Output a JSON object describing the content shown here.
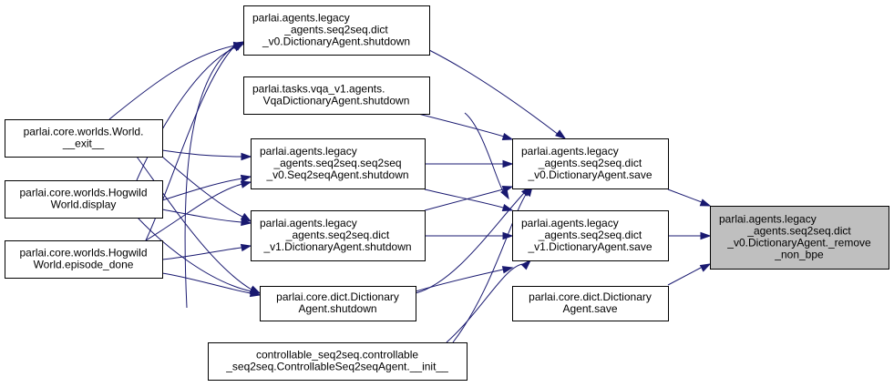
{
  "graph": {
    "edge_color": "#191970",
    "focus_fill": "#bfbfbf",
    "nodes": [
      {
        "id": "remove_non_bpe",
        "lines": [
          "parlai.agents.legacy",
          "_agents.seq2seq.dict",
          "_v0.DictionaryAgent._remove",
          "_non_bpe"
        ],
        "align": "left"
      },
      {
        "id": "v0_save",
        "lines": [
          "parlai.agents.legacy",
          "_agents.seq2seq.dict",
          "_v0.DictionaryAgent.save"
        ],
        "align": "left"
      },
      {
        "id": "v1_save",
        "lines": [
          "parlai.agents.legacy",
          "_agents.seq2seq.dict",
          "_v1.DictionaryAgent.save"
        ],
        "align": "left"
      },
      {
        "id": "core_dict_save",
        "lines": [
          "parlai.core.dict.Dictionary",
          "Agent.save"
        ],
        "align": "center"
      },
      {
        "id": "v0_dict_shutdown",
        "lines": [
          "parlai.agents.legacy",
          "_agents.seq2seq.dict",
          "_v0.DictionaryAgent.shutdown"
        ],
        "align": "left"
      },
      {
        "id": "vqa_shutdown",
        "lines": [
          "parlai.tasks.vqa_v1.agents.",
          "VqaDictionaryAgent.shutdown"
        ],
        "align": "left"
      },
      {
        "id": "s2s_shutdown",
        "lines": [
          "parlai.agents.legacy",
          "_agents.seq2seq.seq2seq",
          "_v0.Seq2seqAgent.shutdown"
        ],
        "align": "left"
      },
      {
        "id": "v1_dict_shutdown",
        "lines": [
          "parlai.agents.legacy",
          "_agents.seq2seq.dict",
          "_v1.DictionaryAgent.shutdown"
        ],
        "align": "left"
      },
      {
        "id": "core_dict_shutdown",
        "lines": [
          "parlai.core.dict.Dictionary",
          "Agent.shutdown"
        ],
        "align": "center"
      },
      {
        "id": "controllable_init",
        "lines": [
          "controllable_seq2seq.controllable",
          "_seq2seq.ControllableSeq2seqAgent.__init__"
        ],
        "align": "center"
      },
      {
        "id": "world_exit",
        "lines": [
          "parlai.core.worlds.World.",
          "__exit__"
        ],
        "align": "center"
      },
      {
        "id": "hogwild_display",
        "lines": [
          "parlai.core.worlds.Hogwild",
          "World.display"
        ],
        "align": "center"
      },
      {
        "id": "hogwild_episode_done",
        "lines": [
          "parlai.core.worlds.Hogwild",
          "World.episode_done"
        ],
        "align": "center"
      }
    ]
  }
}
